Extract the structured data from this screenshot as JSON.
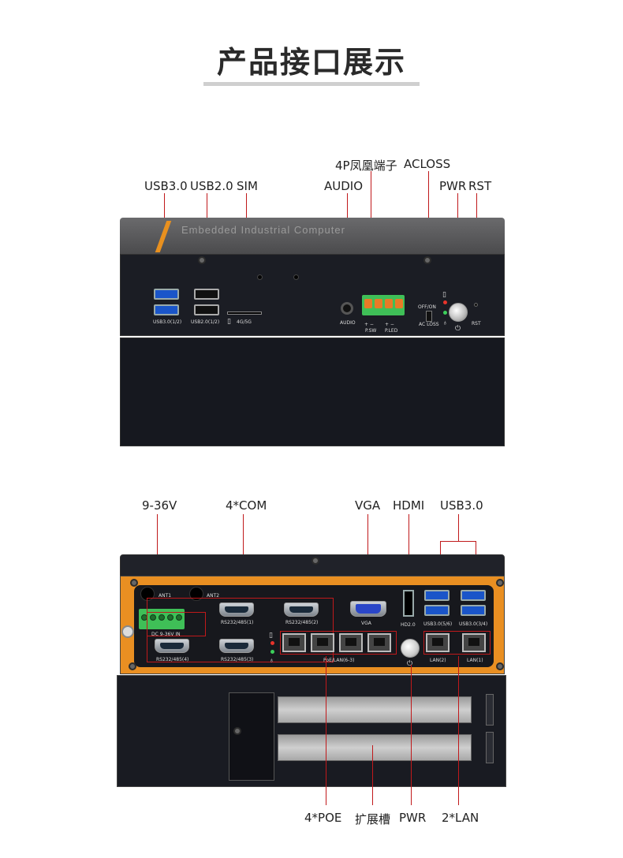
{
  "page": {
    "title": "产品接口展示"
  },
  "device_front": {
    "top_text": "Embedded Industrial Computer",
    "callouts": {
      "usb30": "USB3.0",
      "usb20": "USB2.0",
      "sim": "SIM",
      "audio": "AUDIO",
      "phoenix_4p": "4P凤凰端子",
      "acloss": "ACLOSS",
      "pwr": "PWR",
      "rst": "RST"
    },
    "silk": {
      "usb30": "USB3.0(1/2)",
      "usb20": "USB2.0(1/2)",
      "sim": "4G/5G",
      "audio": "AUDIO",
      "psw": "P.SW",
      "pled": "P.LED",
      "offon": "OFF/ON",
      "acloss": "AC LOSS",
      "rst": "RST"
    },
    "colors": {
      "usb3": "#1a55c9",
      "terminal": "#3fbf57",
      "accent": "#e8901f"
    }
  },
  "device_rear": {
    "callouts": {
      "dc": "9-36V",
      "com": "4*COM",
      "vga": "VGA",
      "hdmi": "HDMI",
      "usb30": "USB3.0",
      "poe": "4*POE",
      "expansion": "扩展槽",
      "pwr": "PWR",
      "lan": "2*LAN"
    },
    "silk": {
      "ant1": "ANT1",
      "ant2": "ANT2",
      "dcin": "DC 9-36V IN",
      "com1": "RS232/485(1)",
      "com2": "RS232/485(2)",
      "com3": "RS232/485(3)",
      "com4": "RS232/485(4)",
      "vga": "VGA",
      "hdmi": "HD2.0",
      "usb56": "USB3.0(5/6)",
      "usb34": "USB3.0(3/4)",
      "poe": "PoE/LAN(6-3)",
      "lan2": "LAN(2)",
      "lan1": "LAN(1)"
    },
    "colors": {
      "panel": "#e98f22",
      "line": "#c0191b"
    }
  }
}
